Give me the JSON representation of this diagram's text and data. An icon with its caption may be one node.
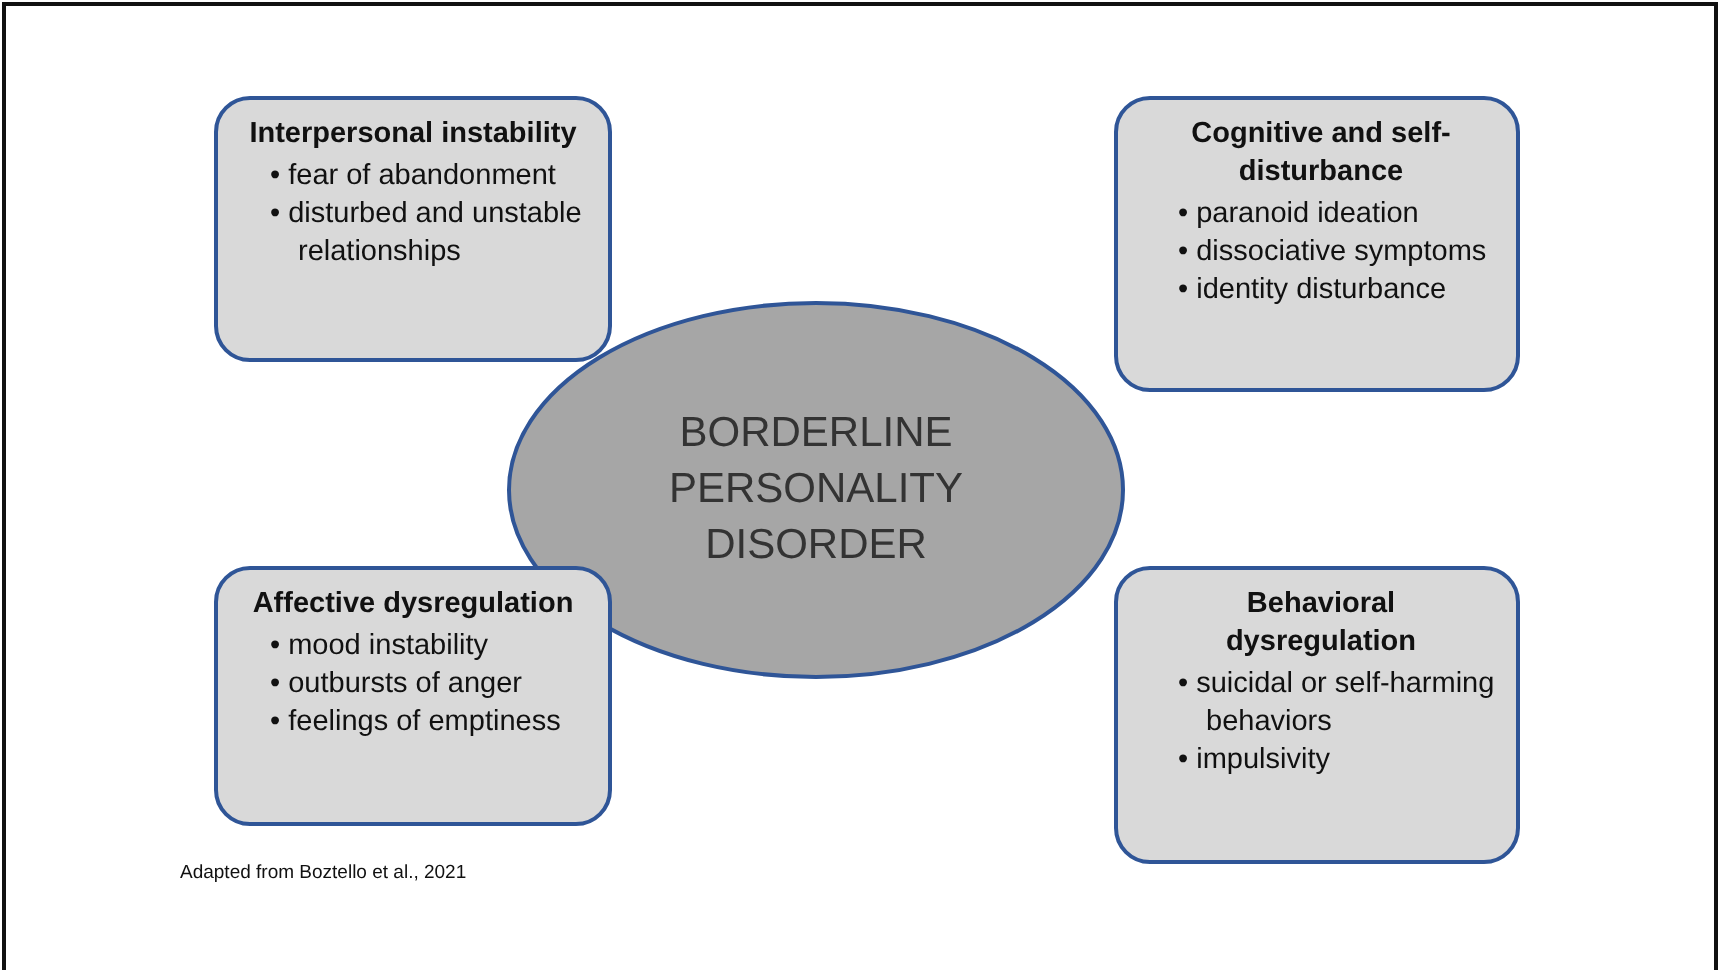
{
  "diagram": {
    "caption": "Adapted from Boztello et al., 2021",
    "nodes": [
      {
        "text": [
          "BORDERLINE PERSONALITY DISORDER"
        ]
      },
      {
        "text": [
          "Interpersonal instability",
          "• fear of abandonment",
          "• disturbed and unstable relationships"
        ]
      },
      {
        "text": [
          "Cognitive and self-disturbance",
          "• paranoid ideation",
          "• dissociative symptoms",
          "• identity disturbance"
        ]
      },
      {
        "text": [
          "Affective dysregulation",
          "• mood instability",
          "• outbursts of anger",
          "• feelings of emptiness"
        ]
      },
      {
        "text": [
          "Behavioral dysregulation",
          "• suicidal or self-harming behaviors",
          "• impulsivity"
        ]
      }
    ],
    "edges": []
  }
}
